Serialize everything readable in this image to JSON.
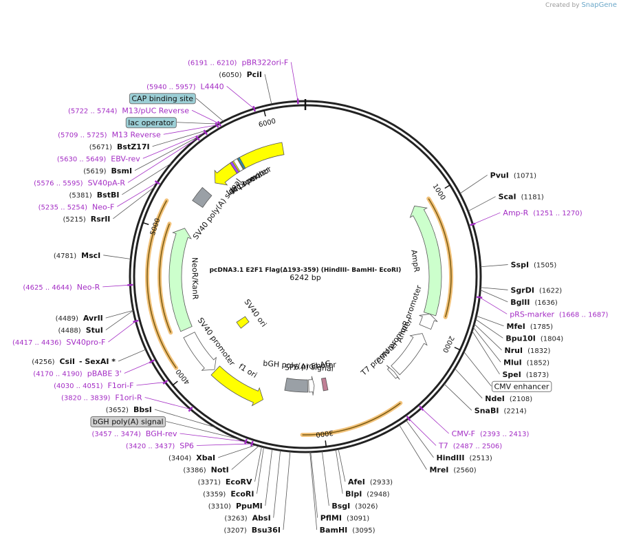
{
  "credit": {
    "prefix": "Created by",
    "brand": "SnapGene"
  },
  "plasmid": {
    "name": "pcDNA3.1 E2F1 Flag(Δ193-359) (HindIII- BamHI- EcoRI)",
    "size_label": "6242 bp",
    "length": 6242
  },
  "ticks": [
    {
      "bp": 1000,
      "label": "1000"
    },
    {
      "bp": 2000,
      "label": "2000"
    },
    {
      "bp": 3000,
      "label": "3000"
    },
    {
      "bp": 4000,
      "label": "4000"
    },
    {
      "bp": 5000,
      "label": "5000"
    },
    {
      "bp": 6000,
      "label": "6000"
    }
  ],
  "features": [
    {
      "name": "ori",
      "start": 5480,
      "end": 6070,
      "strand": -1,
      "color": "#ffff00",
      "ring": "inner"
    },
    {
      "name": "AmpR",
      "start": 990,
      "end": 1850,
      "strand": -1,
      "color": "#ccffcc",
      "ring": "inner"
    },
    {
      "name": "AmpR promoter",
      "start": 1850,
      "end": 1955,
      "strand": -1,
      "color": "#ffffff",
      "ring": "inner"
    },
    {
      "name": "CMV promoter",
      "start": 2010,
      "end": 2360,
      "strand": -1,
      "color": "#ffffff",
      "ring": "inner"
    },
    {
      "name": "T7 promoter",
      "start": 2375,
      "end": 2400,
      "strand": -1,
      "color": "#ffffff",
      "ring": "inner"
    },
    {
      "name": "FLAG",
      "start": 2925,
      "end": 2965,
      "strand": 0,
      "color": "#c07f95",
      "ring": "inner2"
    },
    {
      "name": "SP6 promoter",
      "start": 3040,
      "end": 3090,
      "strand": -1,
      "color": "#ffffff",
      "ring": "inner2"
    },
    {
      "name": "bGH poly(A) signal",
      "start": 3100,
      "end": 3300,
      "strand": 0,
      "color": "#9aa0a6",
      "ring": "inner2"
    },
    {
      "name": "f1 ori",
      "start": 3450,
      "end": 3880,
      "strand": -1,
      "color": "#ffff00",
      "ring": "inner"
    },
    {
      "name": "SV40 promoter",
      "start": 3890,
      "end": 4220,
      "strand": -1,
      "color": "#ffffff",
      "ring": "inner"
    },
    {
      "name": "SV40 ori",
      "start": 4010,
      "end": 4100,
      "strand": 0,
      "color": "#ffff00",
      "ring": "inner3"
    },
    {
      "name": "NeoR/KanR",
      "start": 4270,
      "end": 5060,
      "strand": 1,
      "color": "#ccffcc",
      "ring": "inner"
    },
    {
      "name": "SV40 poly(A) signal",
      "start": 5270,
      "end": 5390,
      "strand": 0,
      "color": "#9aa0a6",
      "ring": "inner"
    },
    {
      "name": "M13 rev",
      "start": 5660,
      "end": 5680,
      "strand": 0,
      "color": "#a347ff",
      "ring": "inner"
    },
    {
      "name": "lac promoter",
      "start": 5690,
      "end": 5720,
      "strand": 0,
      "color": "#ffffff",
      "ring": "inner"
    },
    {
      "name": "lac operator",
      "start": 5725,
      "end": 5740,
      "strand": 0,
      "color": "#2b8eb3",
      "ring": "inner"
    }
  ],
  "orf_arcs": [
    {
      "start": 1000,
      "end": 1840,
      "strand": -1,
      "ring": 1
    },
    {
      "start": 4290,
      "end": 5050,
      "strand": 1,
      "ring": 1
    },
    {
      "start": 4070,
      "end": 5180,
      "strand": 1,
      "ring": 2
    },
    {
      "start": 2480,
      "end": 3140,
      "strand": -1,
      "ring": 2
    }
  ],
  "site_labels": [
    {
      "name": "PciI",
      "pos": "(6050)",
      "kind": "enzyme",
      "bp": 6050
    },
    {
      "name": "pBR322ori-F",
      "pos": "(6191 .. 6210)",
      "kind": "primer",
      "bp": 6200
    },
    {
      "name": "L4440",
      "pos": "(5940 .. 5957)",
      "kind": "primer",
      "bp": 5948
    },
    {
      "name": "CAP binding site",
      "pos": "",
      "kind": "boxed",
      "bp": 5760
    },
    {
      "name": "M13/pUC Reverse",
      "pos": "(5722 .. 5744)",
      "kind": "primer",
      "bp": 5733
    },
    {
      "name": "lac operator",
      "pos": "",
      "kind": "boxed",
      "bp": 5730
    },
    {
      "name": "M13 Reverse",
      "pos": "(5709 .. 5725)",
      "kind": "primer",
      "bp": 5717
    },
    {
      "name": "BstZ17I",
      "pos": "(5671)",
      "kind": "enzyme",
      "bp": 5671
    },
    {
      "name": "EBV-rev",
      "pos": "(5630 .. 5649)",
      "kind": "primer",
      "bp": 5640
    },
    {
      "name": "BsmI",
      "pos": "(5619)",
      "kind": "enzyme",
      "bp": 5619
    },
    {
      "name": "SV40pA-R",
      "pos": "(5576 .. 5595)",
      "kind": "primer",
      "bp": 5585
    },
    {
      "name": "BstBI",
      "pos": "(5381)",
      "kind": "enzyme",
      "bp": 5381
    },
    {
      "name": "Neo-F",
      "pos": "(5235 .. 5254)",
      "kind": "primer",
      "bp": 5244
    },
    {
      "name": "RsrII",
      "pos": "(5215)",
      "kind": "enzyme",
      "bp": 5215
    },
    {
      "name": "MscI",
      "pos": "(4781)",
      "kind": "enzyme",
      "bp": 4781
    },
    {
      "name": "Neo-R",
      "pos": "(4625 .. 4644)",
      "kind": "primer",
      "bp": 4634
    },
    {
      "name": "AvrII",
      "pos": "(4489)",
      "kind": "enzyme",
      "bp": 4489
    },
    {
      "name": "StuI",
      "pos": "(4488)",
      "kind": "enzyme",
      "bp": 4488
    },
    {
      "name": "SV40pro-F",
      "pos": "(4417 .. 4436)",
      "kind": "primer",
      "bp": 4426
    },
    {
      "name": "CsiI",
      "pos": "(4256)",
      "kind": "enzyme",
      "bp": 4256,
      "extra": "SexAI *"
    },
    {
      "name": "pBABE 3'",
      "pos": "(4170 .. 4190)",
      "kind": "primer",
      "bp": 4180
    },
    {
      "name": "F1ori-F",
      "pos": "(4030 .. 4051)",
      "kind": "primer",
      "bp": 4040
    },
    {
      "name": "F1ori-R",
      "pos": "(3820 .. 3839)",
      "kind": "primer",
      "bp": 3830
    },
    {
      "name": "BbsI",
      "pos": "(3652)",
      "kind": "enzyme",
      "bp": 3652
    },
    {
      "name": "bGH poly(A) signal",
      "pos": "",
      "kind": "boxed",
      "bp": 3500
    },
    {
      "name": "BGH-rev",
      "pos": "(3457 .. 3474)",
      "kind": "primer",
      "bp": 3465
    },
    {
      "name": "SP6",
      "pos": "(3420 .. 3437)",
      "kind": "primer",
      "bp": 3428
    },
    {
      "name": "XbaI",
      "pos": "(3404)",
      "kind": "enzyme",
      "bp": 3404
    },
    {
      "name": "NotI",
      "pos": "(3386)",
      "kind": "enzyme",
      "bp": 3386
    },
    {
      "name": "EcoRV",
      "pos": "(3371)",
      "kind": "enzyme",
      "bp": 3371
    },
    {
      "name": "EcoRI",
      "pos": "(3359)",
      "kind": "enzyme",
      "bp": 3359
    },
    {
      "name": "PpuMI",
      "pos": "(3310)",
      "kind": "enzyme",
      "bp": 3310
    },
    {
      "name": "AbsI",
      "pos": "(3263)",
      "kind": "enzyme",
      "bp": 3263
    },
    {
      "name": "Bsu36I",
      "pos": "(3207)",
      "kind": "enzyme",
      "bp": 3207
    },
    {
      "name": "BamHI",
      "pos": "(3095)",
      "kind": "enzyme",
      "bp": 3095
    },
    {
      "name": "PflMI",
      "pos": "(3091)",
      "kind": "enzyme",
      "bp": 3091
    },
    {
      "name": "BsgI",
      "pos": "(3026)",
      "kind": "enzyme",
      "bp": 3026
    },
    {
      "name": "BlpI",
      "pos": "(2948)",
      "kind": "enzyme",
      "bp": 2948
    },
    {
      "name": "AfeI",
      "pos": "(2933)",
      "kind": "enzyme",
      "bp": 2933
    },
    {
      "name": "PvuI",
      "pos": "(1071)",
      "kind": "enzyme",
      "bp": 1071
    },
    {
      "name": "ScaI",
      "pos": "(1181)",
      "kind": "enzyme",
      "bp": 1181
    },
    {
      "name": "Amp-R",
      "pos": "(1251 .. 1270)",
      "kind": "primer",
      "bp": 1260
    },
    {
      "name": "SspI",
      "pos": "(1505)",
      "kind": "enzyme",
      "bp": 1505
    },
    {
      "name": "SgrDI",
      "pos": "(1622)",
      "kind": "enzyme",
      "bp": 1622
    },
    {
      "name": "BglII",
      "pos": "(1636)",
      "kind": "enzyme",
      "bp": 1636
    },
    {
      "name": "pRS-marker",
      "pos": "(1668 .. 1687)",
      "kind": "primer",
      "bp": 1678
    },
    {
      "name": "MfeI",
      "pos": "(1785)",
      "kind": "enzyme",
      "bp": 1785
    },
    {
      "name": "Bpu10I",
      "pos": "(1804)",
      "kind": "enzyme",
      "bp": 1804
    },
    {
      "name": "NruI",
      "pos": "(1832)",
      "kind": "enzyme",
      "bp": 1832
    },
    {
      "name": "MluI",
      "pos": "(1852)",
      "kind": "enzyme",
      "bp": 1852
    },
    {
      "name": "SpeI",
      "pos": "(1873)",
      "kind": "enzyme",
      "bp": 1873
    },
    {
      "name": "CMV enhancer",
      "pos": "",
      "kind": "boxed",
      "bp": 2000
    },
    {
      "name": "NdeI",
      "pos": "(2108)",
      "kind": "enzyme",
      "bp": 2108
    },
    {
      "name": "SnaBI",
      "pos": "(2214)",
      "kind": "enzyme",
      "bp": 2214
    },
    {
      "name": "CMV-F",
      "pos": "(2393 .. 2413)",
      "kind": "primer",
      "bp": 2403
    },
    {
      "name": "T7",
      "pos": "(2487 .. 2506)",
      "kind": "primer",
      "bp": 2496
    },
    {
      "name": "HindIII",
      "pos": "(2513)",
      "kind": "enzyme",
      "bp": 2513
    },
    {
      "name": "MreI",
      "pos": "(2560)",
      "kind": "enzyme",
      "bp": 2560
    }
  ],
  "colors": {
    "enzyme": "#111111",
    "primer": "#a32cc4",
    "boxed_fill": "#9ccfd6",
    "gray_box_fill": "#cfcfcf",
    "ring": "#222222"
  }
}
